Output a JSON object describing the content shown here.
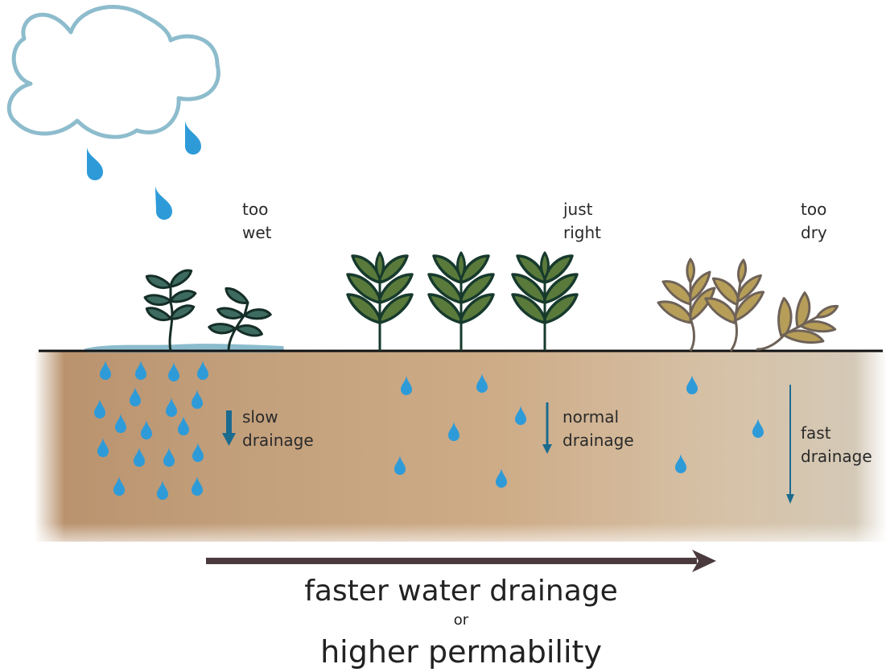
{
  "labels": {
    "too_wet": [
      "too",
      "wet"
    ],
    "just_right": [
      "just",
      "right"
    ],
    "too_dry": [
      "too",
      "dry"
    ],
    "slow_drainage": [
      "slow",
      "drainage"
    ],
    "normal_drainage": [
      "normal",
      "drainage"
    ],
    "fast_drainage": [
      "fast",
      "drainage"
    ]
  },
  "bottom": {
    "line1": "faster water drainage",
    "line2": "or",
    "line3": "higher permability"
  },
  "colors": {
    "soil_dark": "#b8916c",
    "soil_mid": "#ceac88",
    "soil_light": "#d4cbba",
    "water_drop": "#2e9bd8",
    "drainage_arrow": "#1b6b8f",
    "cloud_outline": "#8dbccd",
    "healthy_leaf": "#5a7a3c",
    "wet_leaf": "#3d6b60",
    "dry_leaf": "#b79e58",
    "main_arrow": "#4a3a3d"
  },
  "icons": [
    "cloud-icon",
    "raindrop-icon",
    "plant-icon",
    "arrow-icon"
  ]
}
